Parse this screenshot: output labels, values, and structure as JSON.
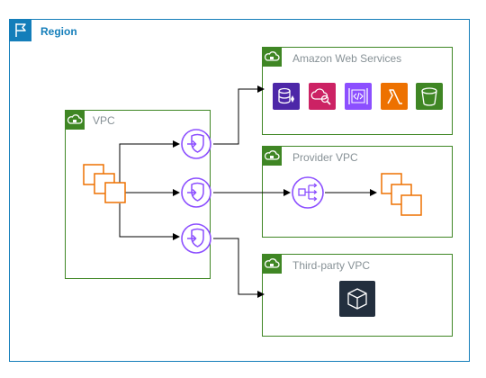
{
  "region": {
    "label": "Region",
    "icon": "flag-icon",
    "color": "#147eba"
  },
  "containers": {
    "vpc": {
      "label": "VPC",
      "icon": "cloud-lock-icon"
    },
    "aws": {
      "label": "Amazon Web Services",
      "icon": "cloud-lock-icon"
    },
    "provider": {
      "label": "Provider VPC",
      "icon": "cloud-lock-icon"
    },
    "third_party": {
      "label": "Third-party VPC",
      "icon": "cloud-lock-icon"
    }
  },
  "colors": {
    "vpc_border": "#3f8624",
    "endpoint": "#8c4fff",
    "workload": "#ed7100",
    "label_grey": "#879196",
    "arrow": "#000000"
  },
  "services": [
    {
      "icon": "database-service-icon",
      "color": "#4d27a8"
    },
    {
      "icon": "search-service-icon",
      "color": "#cc2264"
    },
    {
      "icon": "api-service-icon",
      "color": "#8c4fff"
    },
    {
      "icon": "lambda-icon",
      "color": "#ed7100"
    },
    {
      "icon": "bucket-icon",
      "color": "#3f8624"
    }
  ],
  "endpoints": [
    {
      "icon": "vpc-endpoint-icon"
    },
    {
      "icon": "vpc-endpoint-icon"
    },
    {
      "icon": "vpc-endpoint-icon"
    }
  ],
  "provider_icons": {
    "load_balancer": "network-load-balancer-icon",
    "instances": "instances-icon"
  },
  "third_party_icon": "marketplace-box-icon"
}
